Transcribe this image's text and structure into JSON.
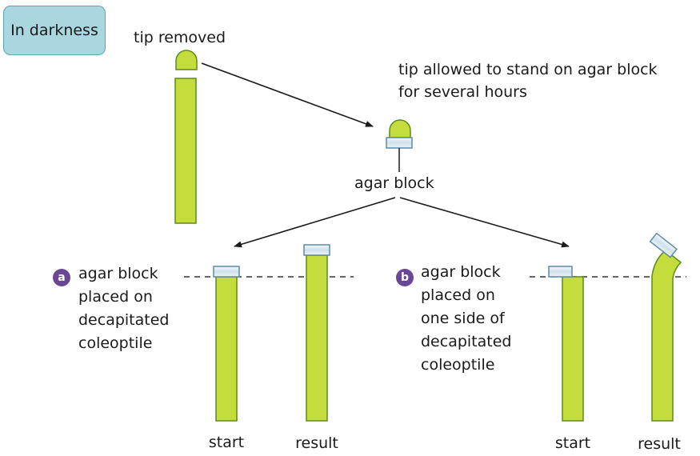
{
  "condition_label": "In darkness",
  "labels": {
    "tip_removed": "tip removed",
    "tip_on_agar_line1": "tip allowed to stand on agar block",
    "tip_on_agar_line2": "for several hours",
    "agar_block": "agar block"
  },
  "experiment_a": {
    "marker": "a",
    "description_lines": [
      "agar block",
      "placed on",
      "decapitated",
      "coleoptile"
    ],
    "start_label": "start",
    "result_label": "result"
  },
  "experiment_b": {
    "marker": "b",
    "description_lines": [
      "agar block",
      "placed on",
      "one side of",
      "decapitated",
      "coleoptile"
    ],
    "start_label": "start",
    "result_label": "result"
  },
  "colors": {
    "coleoptile_fill": "#c4dc3c",
    "coleoptile_stroke": "#5f8a1e",
    "agar_fill": "#dbe8f0",
    "agar_stroke": "#5d8aa5",
    "badge_fill": "#a9d6df",
    "marker_fill": "#6a4796"
  }
}
